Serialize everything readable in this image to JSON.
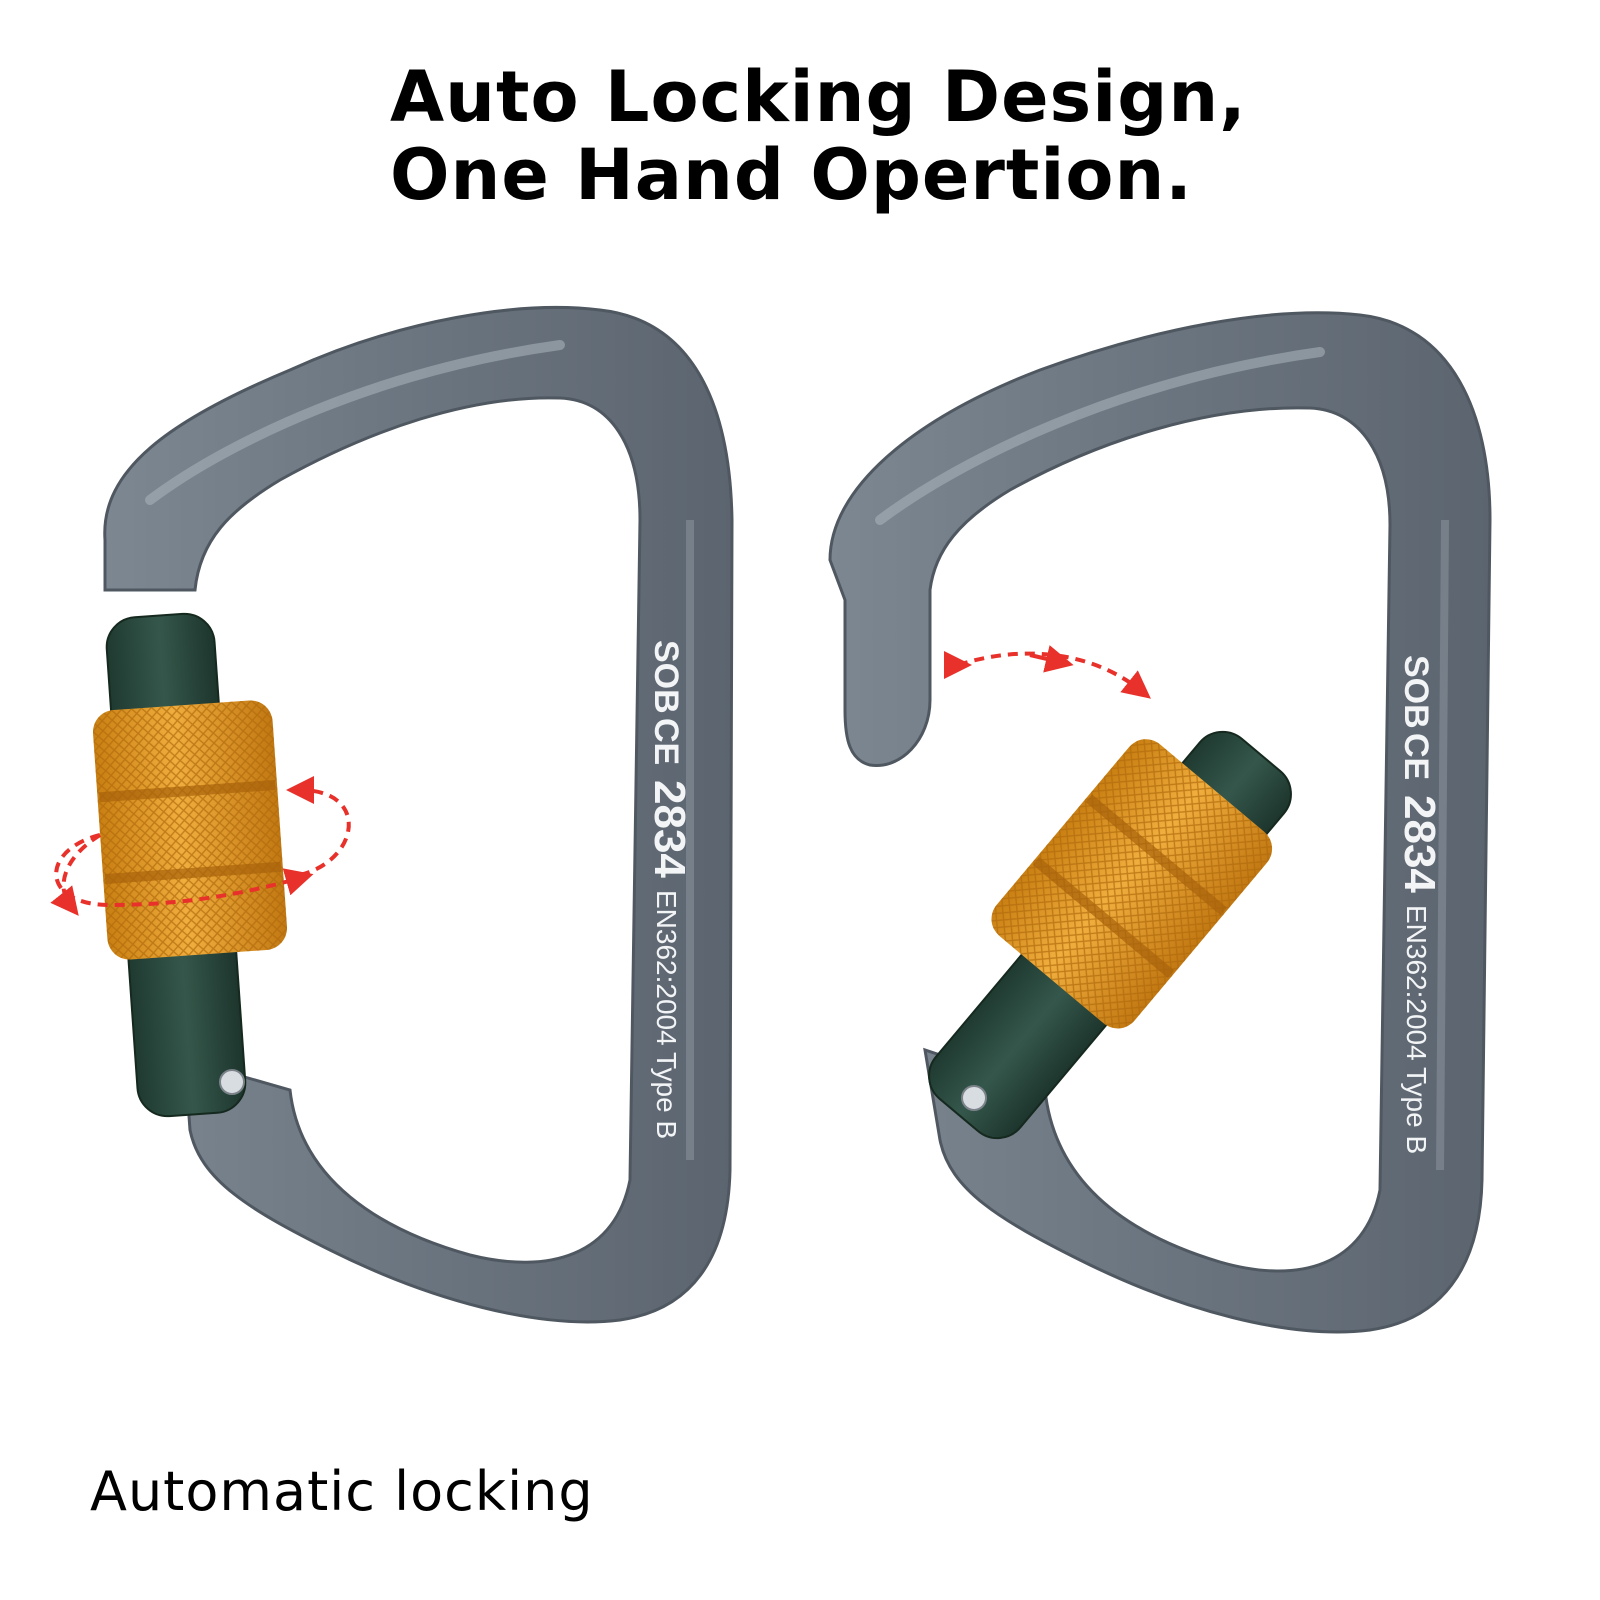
{
  "headline": {
    "line1": "Auto Locking Design,",
    "line2": "One Hand Opertion."
  },
  "caption": "Automatic locking",
  "carabiner_left": {
    "engraving": {
      "brand": "SOB",
      "ce_mark": "CE",
      "number": "2834",
      "standard": "EN362:2004",
      "type": "Type B"
    },
    "gate_state": "closed"
  },
  "carabiner_right": {
    "engraving": {
      "brand": "SOB",
      "ce_mark": "CE",
      "number": "2834",
      "standard": "EN362:2004",
      "type": "Type B"
    },
    "gate_state": "open"
  },
  "colors": {
    "frame": "#6b7580",
    "frame_light": "#8a939c",
    "gate": "#2b4a3f",
    "sleeve": "#e39a26",
    "arrow": "#e8312a"
  },
  "icons": [
    "rotate-arrow-icon",
    "swing-arrow-icon"
  ]
}
